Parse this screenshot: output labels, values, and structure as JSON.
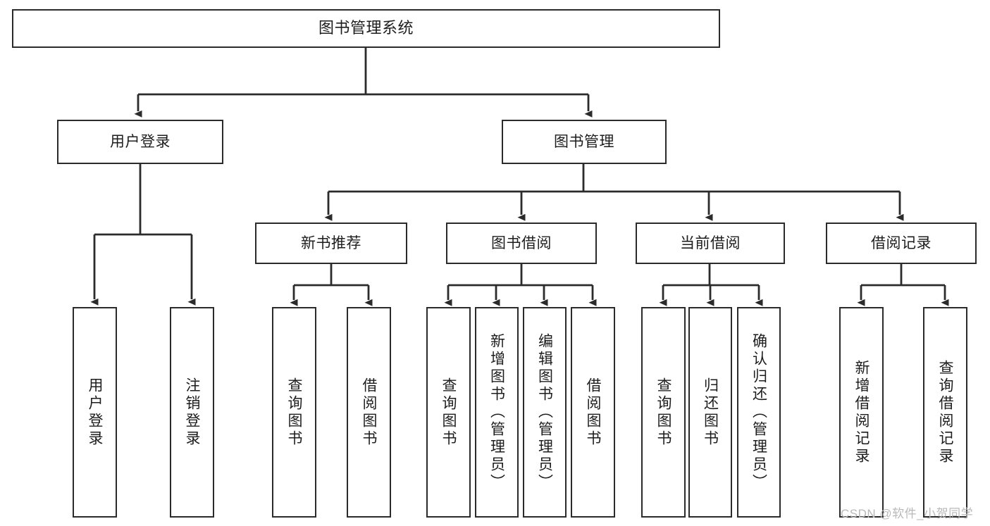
{
  "diagram": {
    "type": "tree",
    "title": "图书管理系统",
    "orientation": "top-down",
    "colors": {
      "box_stroke": "#2b2b2b",
      "box_fill": "#ffffff",
      "edge": "#2b2b2b",
      "text": "#1d1d1d",
      "watermark": "#b9b9b9",
      "background": "#ffffff"
    },
    "root": {
      "label": "图书管理系统"
    },
    "level2": [
      {
        "id": "user-login",
        "label": "用户登录"
      },
      {
        "id": "book-manage",
        "label": "图书管理"
      }
    ],
    "level3": [
      {
        "id": "new-book-rec",
        "label": "新书推荐"
      },
      {
        "id": "book-borrow",
        "label": "图书借阅"
      },
      {
        "id": "current-borrow",
        "label": "当前借阅"
      },
      {
        "id": "borrow-record",
        "label": "借阅记录"
      }
    ],
    "leaves": {
      "user_login": [
        {
          "id": "leaf-user-login",
          "label": "用户登录"
        },
        {
          "id": "leaf-logout-login",
          "label": "注销登录"
        }
      ],
      "new_book_rec": [
        {
          "id": "leaf-query-book-1",
          "label": "查询图书"
        },
        {
          "id": "leaf-borrow-book-1",
          "label": "借阅图书"
        }
      ],
      "book_borrow": [
        {
          "id": "leaf-query-book-2",
          "label": "查询图书"
        },
        {
          "id": "leaf-add-book",
          "label": "新增图书（管理员）"
        },
        {
          "id": "leaf-edit-book",
          "label": "编辑图书（管理员）"
        },
        {
          "id": "leaf-borrow-book-2",
          "label": "借阅图书"
        }
      ],
      "current_borrow": [
        {
          "id": "leaf-query-book-3",
          "label": "查询图书"
        },
        {
          "id": "leaf-return-book",
          "label": "归还图书"
        },
        {
          "id": "leaf-confirm-return",
          "label": "确认归还（管理员）"
        }
      ],
      "borrow_record": [
        {
          "id": "leaf-add-record",
          "label": "新增借阅记录"
        },
        {
          "id": "leaf-query-record",
          "label": "查询借阅记录"
        }
      ]
    }
  },
  "watermark": {
    "text": "CSDN @软件_小贺同学"
  }
}
